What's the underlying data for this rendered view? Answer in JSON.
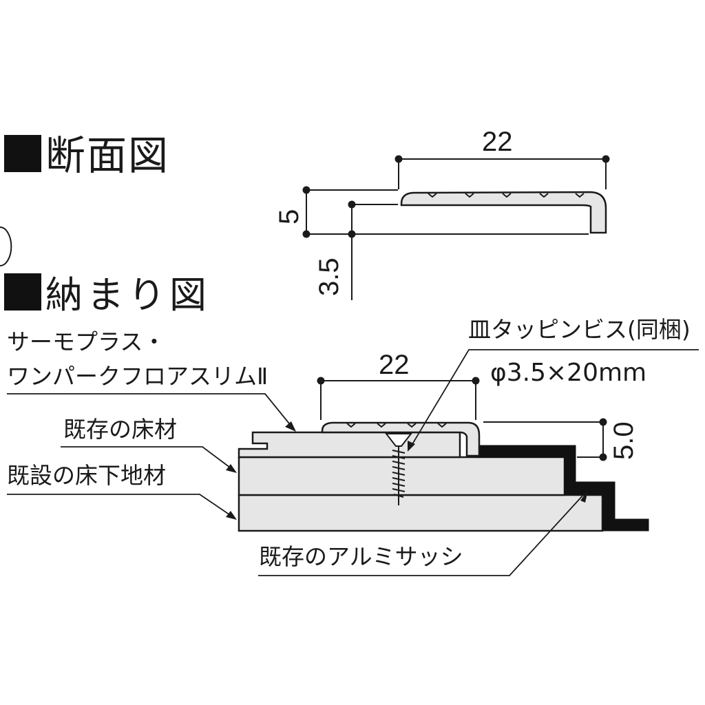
{
  "section_view": {
    "title": "断面図"
  },
  "fit_view": {
    "title": "納まり図"
  },
  "dimensions": {
    "section_width": "22",
    "section_height": "5",
    "section_thickness": "3.5",
    "fit_width": "22",
    "fit_height": "5.0"
  },
  "labels": {
    "product_line1": "サーモプラス・",
    "product_line2": "ワンパークフロアスリムⅡ",
    "screw_line1": "皿タッピンビス(同梱)",
    "screw_line2": "φ3.5×20mm",
    "existing_floor": "既存の床材",
    "subfloor": "既設の床下地材",
    "aluminum_sash": "既存のアルミサッシ"
  }
}
